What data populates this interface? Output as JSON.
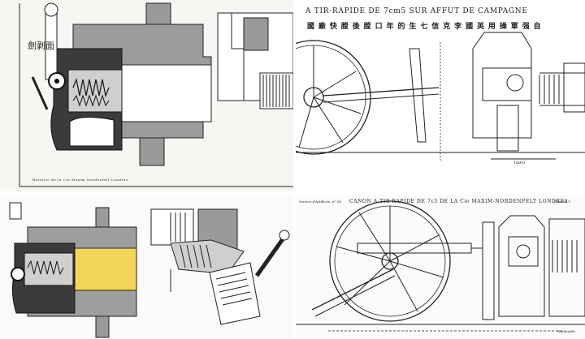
{
  "panels": {
    "top_left": {
      "side_label": "劍剥面",
      "caption": "Batterie de la Cie Maxim Nordenfelt Londres"
    },
    "top_right": {
      "title_fr": "A TIR-RAPIDE DE 7cm5 SUR AFFUT DE CAMPAGNE",
      "title_zh": "國 廠 快 膛 後 膛 口 年 的 生 七 信 克 李 國 英 用 操 軍 强 自",
      "dimension_label": "1m03"
    },
    "bottom_left": {
      "caption": ""
    },
    "bottom_right": {
      "title": "CANON A TIR RAPIDE DE 7c5 DE LA Cie MAXIM-NORDENFELT LONDRES",
      "left_note": "Service d'Artillerie, n° 54",
      "plate": "Planche V",
      "bottom_note": "Nordenfelt"
    }
  },
  "colors": {
    "ink": "#1e1e1e",
    "gray_fill": "#8f8f8f",
    "dark_fill": "#3a3a3a",
    "highlight": "#f2d65a",
    "paper": "#fbfbf8"
  }
}
